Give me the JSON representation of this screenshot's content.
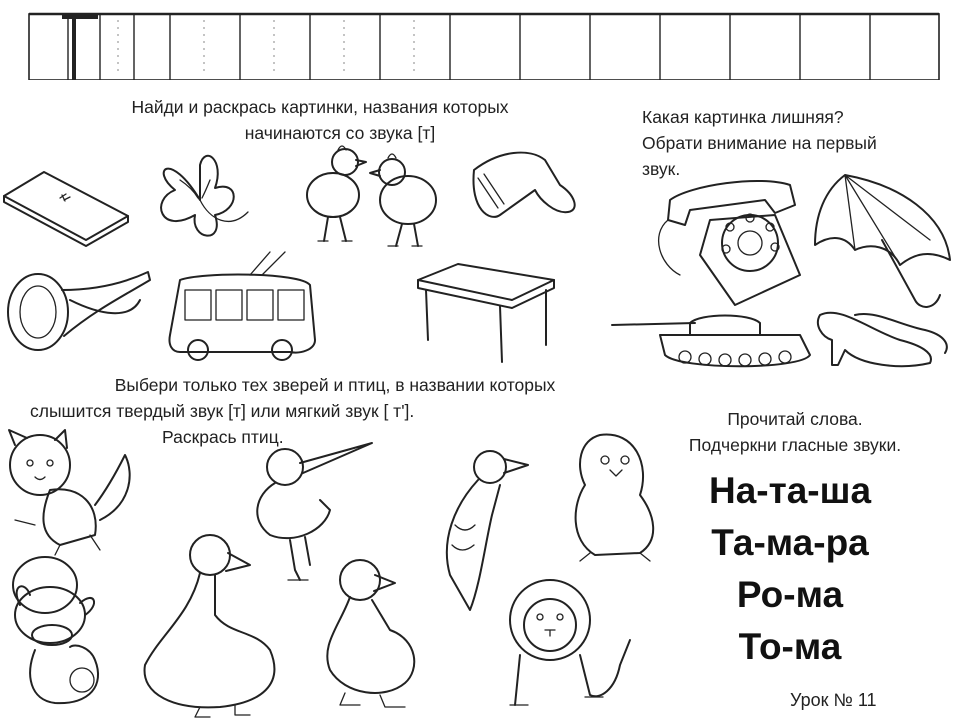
{
  "task1": {
    "line1": "Найди и раскрась картинки, названия которых",
    "line2": "начинаются со звука [т]"
  },
  "task2": {
    "line1": "Какая картинка лишняя?",
    "line2": "Обрати внимание на первый",
    "line3": "звук."
  },
  "task3": {
    "line1": "Выбери только тех зверей и птиц, в названии которых",
    "line2": "слышится твердый звук [т] или мягкий звук [ т'].",
    "line3": "Раскрась птиц."
  },
  "task4": {
    "line1": "Прочитай слова.",
    "line2": "Подчеркни гласные звуки."
  },
  "words": [
    "На-та-ша",
    "Та-ма-ра",
    "Ро-ма",
    "То-ма"
  ],
  "footer": {
    "lesson": "Урок № 11"
  },
  "icons": {
    "task1": [
      "book-icon",
      "clover-icon",
      "chick-icon",
      "chick-icon",
      "axe-icon",
      "horn-icon",
      "trolleybus-icon",
      "table-icon"
    ],
    "task2": [
      "telephone-icon",
      "umbrella-icon",
      "tank-icon",
      "shoes-icon"
    ],
    "task3": [
      "kitten-icon",
      "puppy-icon",
      "heron-icon",
      "woodpecker-icon",
      "penguin-icon",
      "hippo-icon",
      "goose-icon",
      "duck-icon",
      "lion-icon"
    ]
  }
}
